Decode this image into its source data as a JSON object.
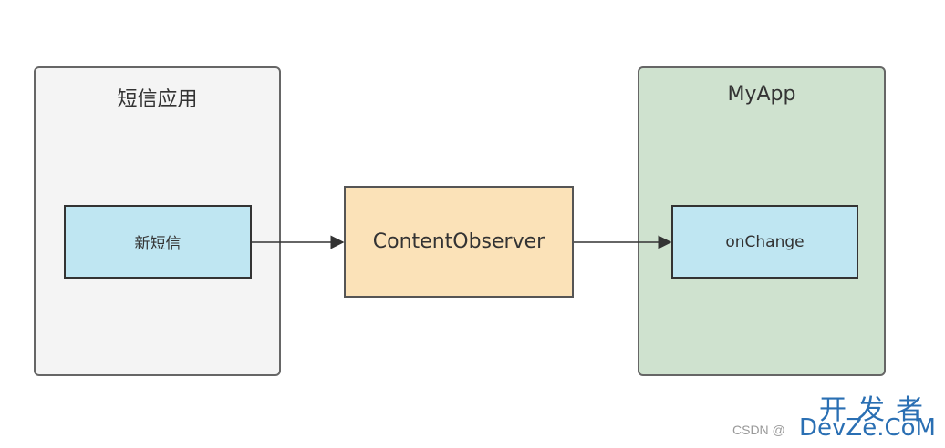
{
  "diagram": {
    "left_app": {
      "title": "短信应用",
      "inner": "新短信"
    },
    "middle": {
      "label": "ContentObserver"
    },
    "right_app": {
      "title": "MyApp",
      "inner": "onChange"
    }
  },
  "watermark": {
    "line1": "开发者",
    "line2": "DevZe.CoM",
    "csdn": "CSDN @"
  },
  "colors": {
    "left_container": "#f4f4f4",
    "right_container": "#cfe2cf",
    "inner_box": "#bfe6f2",
    "observer_box": "#fbe2b8"
  }
}
